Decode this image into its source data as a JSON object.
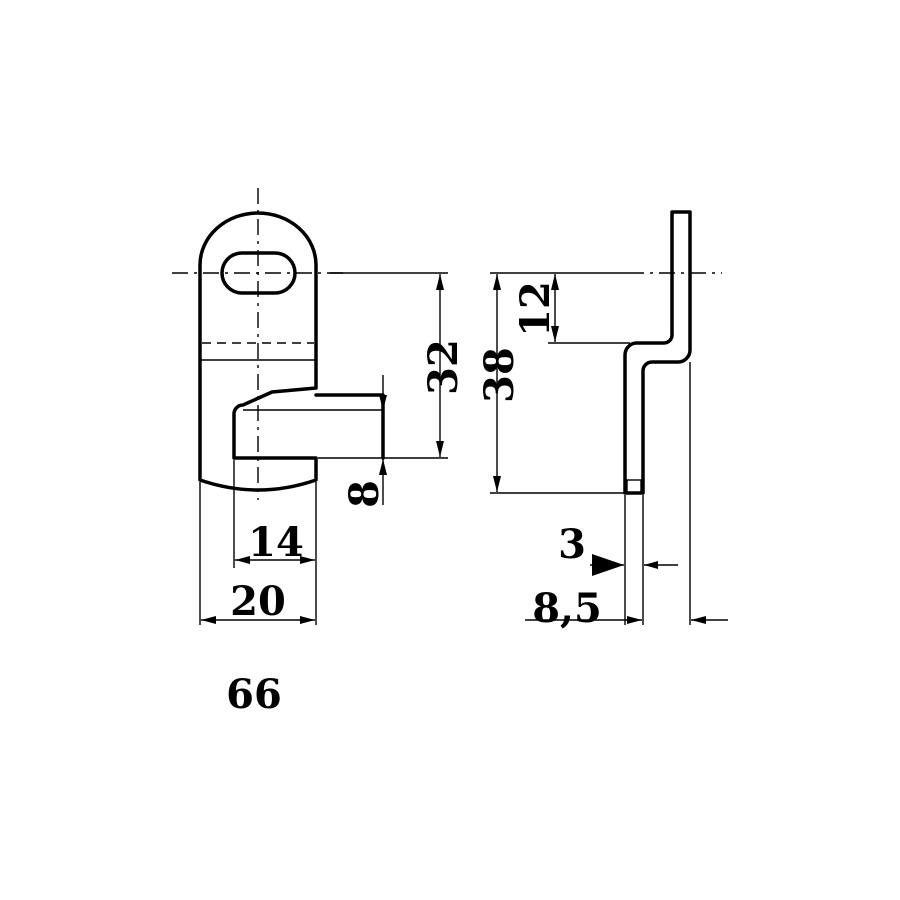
{
  "dimensions": {
    "height_32": "32",
    "height_38": "38",
    "height_12": "12",
    "height_8": "8",
    "width_14": "14",
    "width_20": "20",
    "thickness_3": "3",
    "offset_8_5": "8,5"
  },
  "part_number": "66"
}
